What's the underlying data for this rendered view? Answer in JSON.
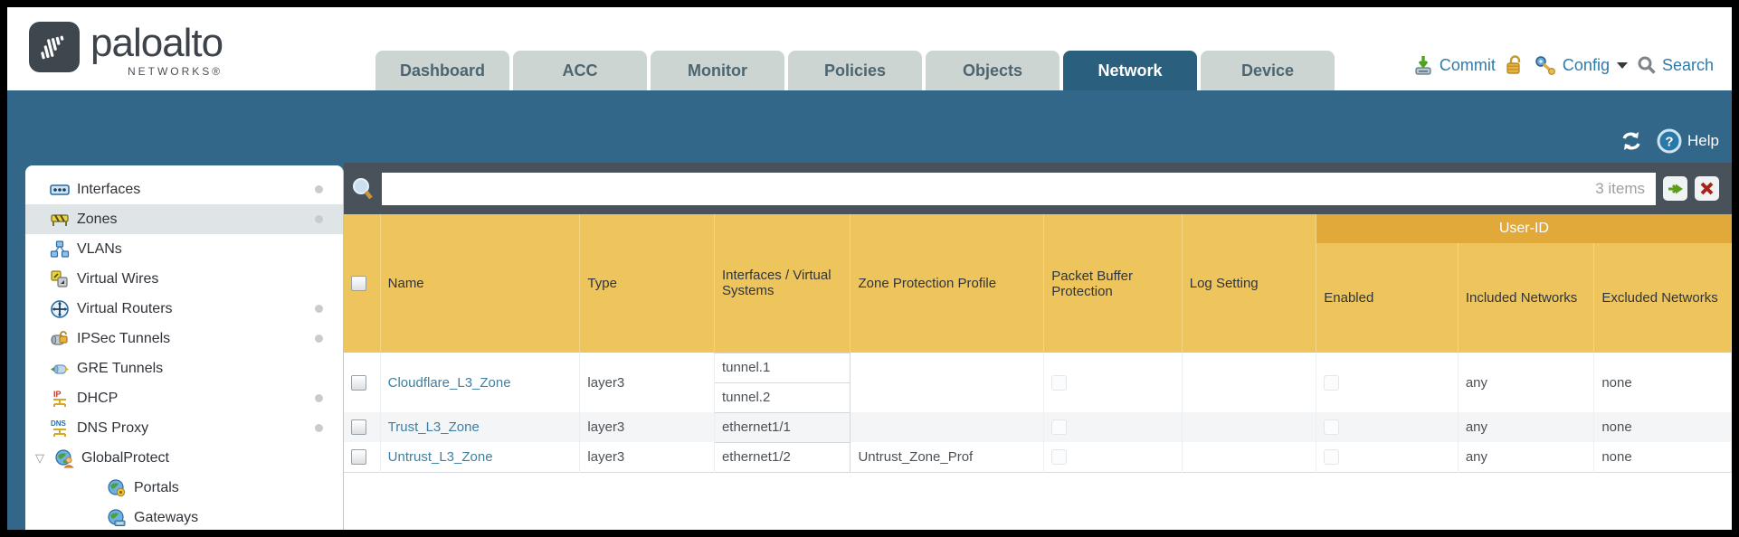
{
  "brand": {
    "logo_word": "paloalto",
    "logo_sub": "NETWORKS®"
  },
  "nav": {
    "tabs": [
      {
        "label": "Dashboard",
        "active": false
      },
      {
        "label": "ACC",
        "active": false
      },
      {
        "label": "Monitor",
        "active": false
      },
      {
        "label": "Policies",
        "active": false
      },
      {
        "label": "Objects",
        "active": false
      },
      {
        "label": "Network",
        "active": true
      },
      {
        "label": "Device",
        "active": false
      }
    ],
    "utilities": {
      "commit": "Commit",
      "config": "Config",
      "search": "Search"
    }
  },
  "toolbar": {
    "help": "Help"
  },
  "sidebar": {
    "items": [
      {
        "label": "Interfaces"
      },
      {
        "label": "Zones"
      },
      {
        "label": "VLANs"
      },
      {
        "label": "Virtual Wires"
      },
      {
        "label": "Virtual Routers"
      },
      {
        "label": "IPSec Tunnels"
      },
      {
        "label": "GRE Tunnels"
      },
      {
        "label": "DHCP"
      },
      {
        "label": "DNS Proxy"
      },
      {
        "label": "GlobalProtect"
      },
      {
        "label": "Portals"
      },
      {
        "label": "Gateways"
      }
    ]
  },
  "filter": {
    "value": "",
    "items_count": "3 items"
  },
  "table": {
    "group_header": "User-ID",
    "columns": {
      "name": "Name",
      "type": "Type",
      "interfaces": "Interfaces / Virtual Systems",
      "zone_protection_profile": "Zone Protection Profile",
      "packet_buffer_protection": "Packet Buffer Protection",
      "log_setting": "Log Setting",
      "enabled": "Enabled",
      "included_networks": "Included Networks",
      "excluded_networks": "Excluded Networks"
    },
    "rows": [
      {
        "name": "Cloudflare_L3_Zone",
        "type": "layer3",
        "interfaces": [
          "tunnel.1",
          "tunnel.2"
        ],
        "zone_protection_profile": "",
        "log_setting": "",
        "included_networks": "any",
        "excluded_networks": "none"
      },
      {
        "name": "Trust_L3_Zone",
        "type": "layer3",
        "interfaces": [
          "ethernet1/1"
        ],
        "zone_protection_profile": "",
        "log_setting": "",
        "included_networks": "any",
        "excluded_networks": "none"
      },
      {
        "name": "Untrust_L3_Zone",
        "type": "layer3",
        "interfaces": [
          "ethernet1/2"
        ],
        "zone_protection_profile": "Untrust_Zone_Prof",
        "log_setting": "",
        "included_networks": "any",
        "excluded_networks": "none"
      }
    ]
  },
  "colors": {
    "teal_band": "#32678a",
    "active_tab": "#2b5f7e",
    "inactive_tab": "#ccd5d1",
    "filter_bar": "#49525a",
    "header_gold": "#eec45c",
    "group_gold": "#e0a93a",
    "link_blue": "#3d80a3",
    "utility_blue": "#2e7bab"
  }
}
